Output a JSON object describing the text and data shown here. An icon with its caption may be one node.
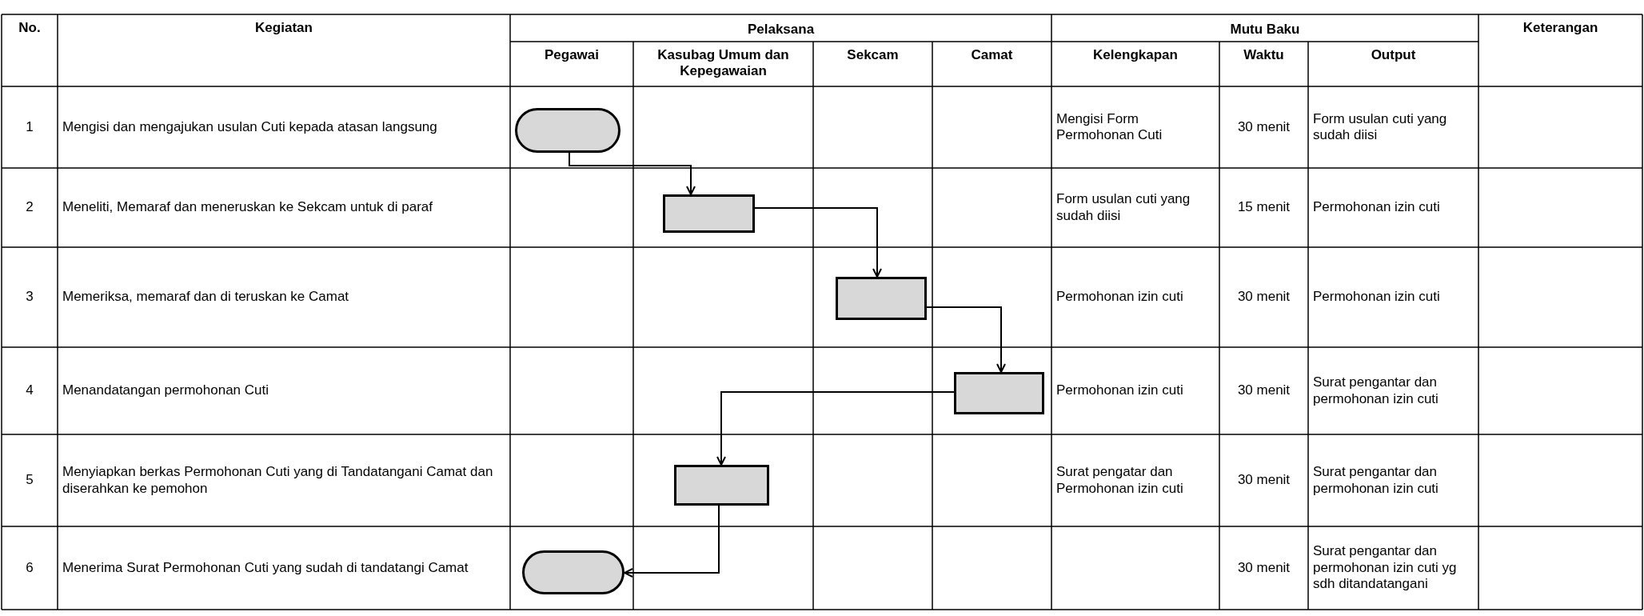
{
  "diagram": {
    "nodes": [
      {
        "text": [],
        "shape": "capsule"
      },
      {
        "text": [],
        "shape": "box"
      },
      {
        "text": [],
        "shape": "box"
      },
      {
        "text": [],
        "shape": "box"
      },
      {
        "text": [],
        "shape": "box"
      },
      {
        "text": [],
        "shape": "capsule"
      }
    ],
    "edges": [
      {
        "from": 0,
        "to": 1,
        "arrow": "to"
      },
      {
        "from": 1,
        "to": 2,
        "arrow": "to"
      },
      {
        "from": 2,
        "to": 3,
        "arrow": "to"
      },
      {
        "from": 3,
        "to": 4,
        "arrow": "to"
      },
      {
        "from": 4,
        "to": 5,
        "arrow": "to"
      }
    ],
    "labels": [
      "No.",
      "Kegiatan",
      "Pelaksana",
      "Mutu Baku",
      "Keterangan",
      "Pegawai",
      "Kasubag Umum dan Kepegawaian",
      "Sekcam",
      "Camat",
      "Kelengkapan",
      "Waktu",
      "Output",
      "1",
      "Mengisi dan mengajukan usulan Cuti kepada atasan langsung",
      "Mengisi Form Permohonan Cuti",
      "30 menit",
      "Form usulan cuti yang sudah diisi",
      "2",
      "Meneliti, Memaraf dan meneruskan ke Sekcam untuk di paraf",
      "Form usulan cuti yang sudah diisi",
      "15 menit",
      "Permohonan izin cuti",
      "3",
      "Memeriksa, memaraf dan di teruskan ke Camat",
      "Permohonan izin cuti",
      "30 menit",
      "Permohonan izin cuti",
      "4",
      "Menandatangan permohonan Cuti",
      "Permohonan izin cuti",
      "30 menit",
      "Surat pengantar dan permohonan izin cuti",
      "5",
      "Menyiapkan berkas Permohonan Cuti yang di Tandatangani Camat dan diserahkan ke pemohon",
      "Surat pengatar dan Permohonan izin cuti",
      "30 menit",
      "Surat pengantar dan permohonan izin cuti",
      "6",
      "Menerima Surat Permohonan Cuti yang sudah di tandatangi Camat",
      "30 menit",
      "Surat pengantar dan permohonan izin cuti yg sdh ditandatangani"
    ]
  }
}
